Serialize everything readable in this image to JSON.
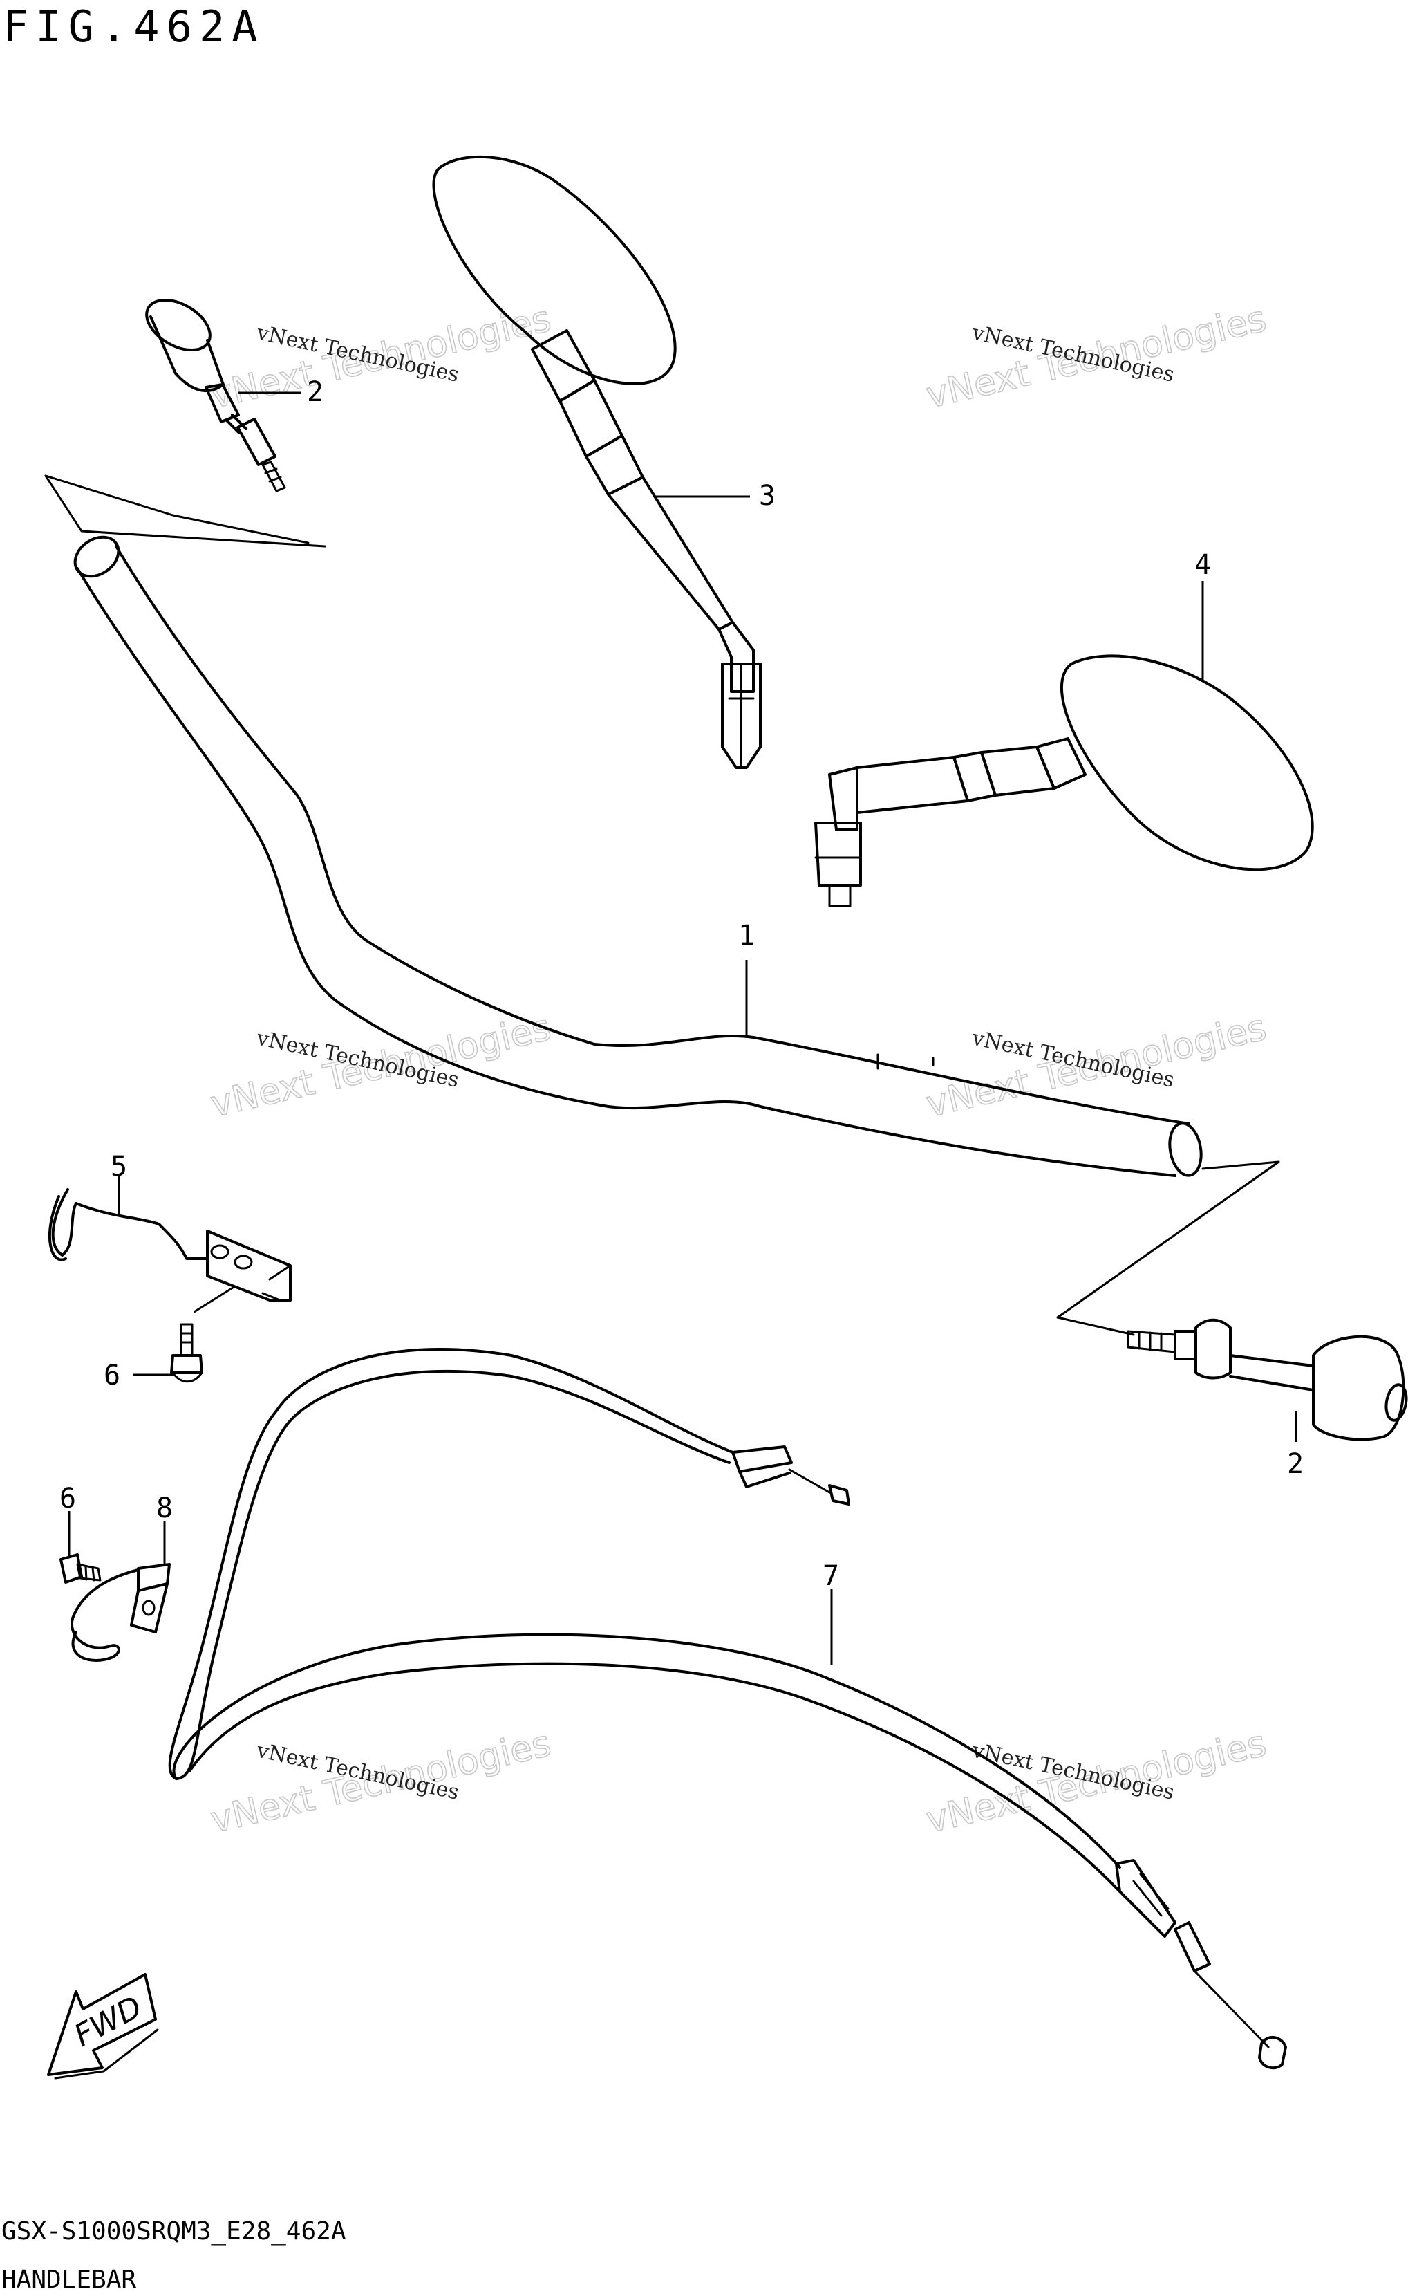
{
  "figure": {
    "title": "FIG.462A",
    "model_code": "GSX-S1000SRQM3_E28_462A",
    "section_name": "HANDLEBAR"
  },
  "watermark": {
    "line1": "vNext Technologies",
    "line2": "vNext Technologies"
  },
  "fwd_label": "FWD",
  "callouts": {
    "c1": "1",
    "c2a": "2",
    "c2b": "2",
    "c3": "3",
    "c4": "4",
    "c5": "5",
    "c6a": "6",
    "c6b": "6",
    "c7": "7",
    "c8": "8"
  }
}
